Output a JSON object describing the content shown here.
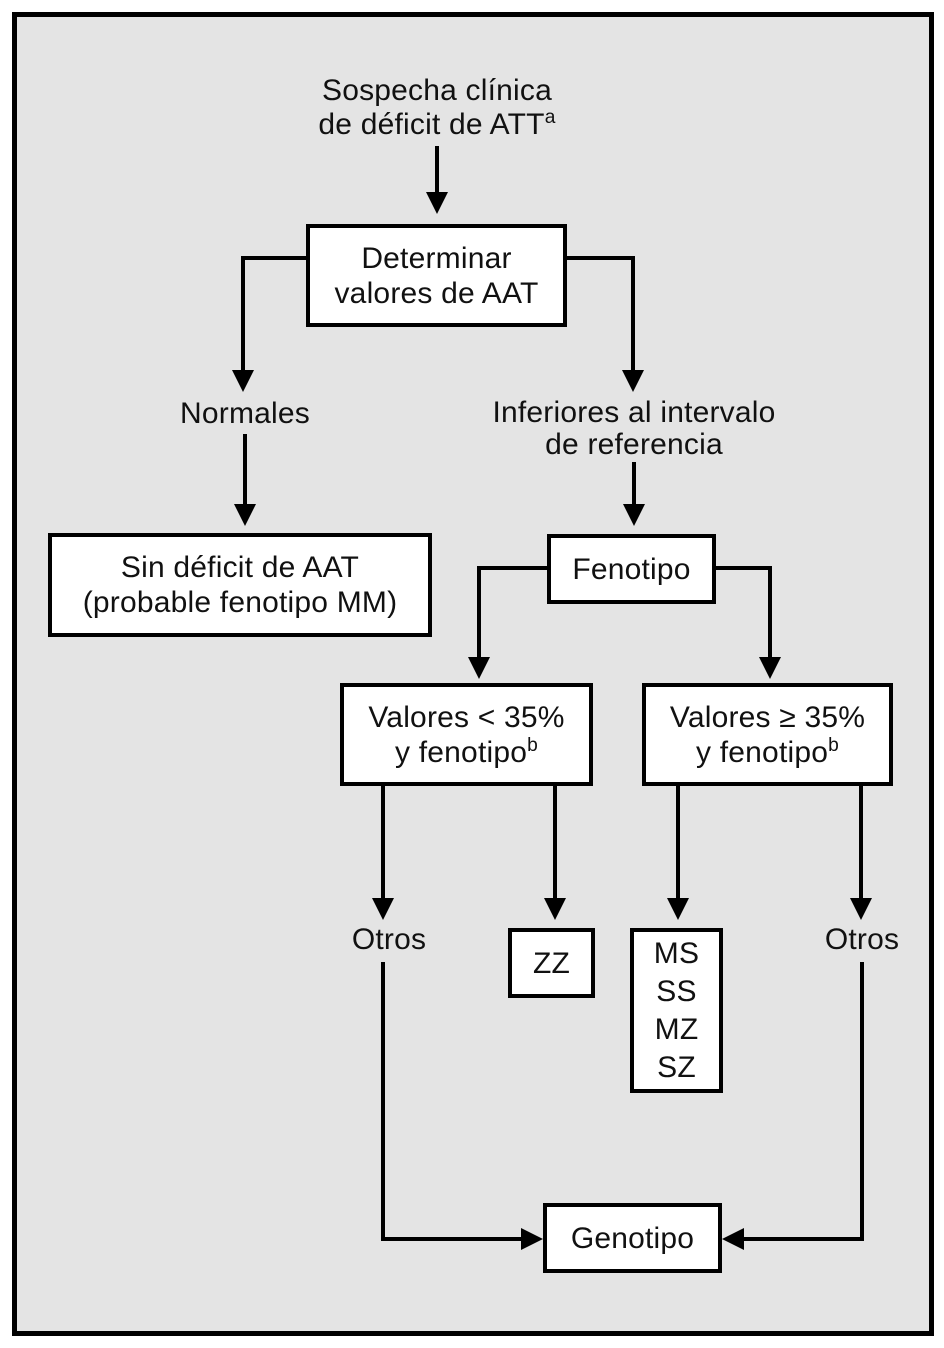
{
  "diagram": {
    "colors": {
      "background": "#e4e4e4",
      "box_fill": "#ffffff",
      "line": "#000000",
      "page_margin": "#ffffff"
    },
    "title": {
      "line1": "Sospecha clínica",
      "line2": "de déficit de ATT",
      "sup": "a"
    },
    "boxes": {
      "determinar": {
        "line1": "Determinar",
        "line2": "valores de AAT"
      },
      "sin_deficit": {
        "line1": "Sin déficit de AAT",
        "line2": "(probable fenotipo MM)"
      },
      "fenotipo": {
        "label": "Fenotipo"
      },
      "valores_lt": {
        "line1": "Valores < 35%",
        "line2": "y fenotipo",
        "sup": "b"
      },
      "valores_ge": {
        "line1": "Valores ≥ 35%",
        "line2": "y fenotipo",
        "sup": "b"
      },
      "zz": {
        "label": "ZZ"
      },
      "phenotypes": {
        "items": [
          "MS",
          "SS",
          "MZ",
          "SZ"
        ]
      },
      "genotipo": {
        "label": "Genotipo"
      }
    },
    "labels": {
      "normales": "Normales",
      "inferiores": {
        "line1": "Inferiores al intervalo",
        "line2": "de referencia"
      },
      "otros_left": "Otros",
      "otros_right": "Otros"
    }
  }
}
